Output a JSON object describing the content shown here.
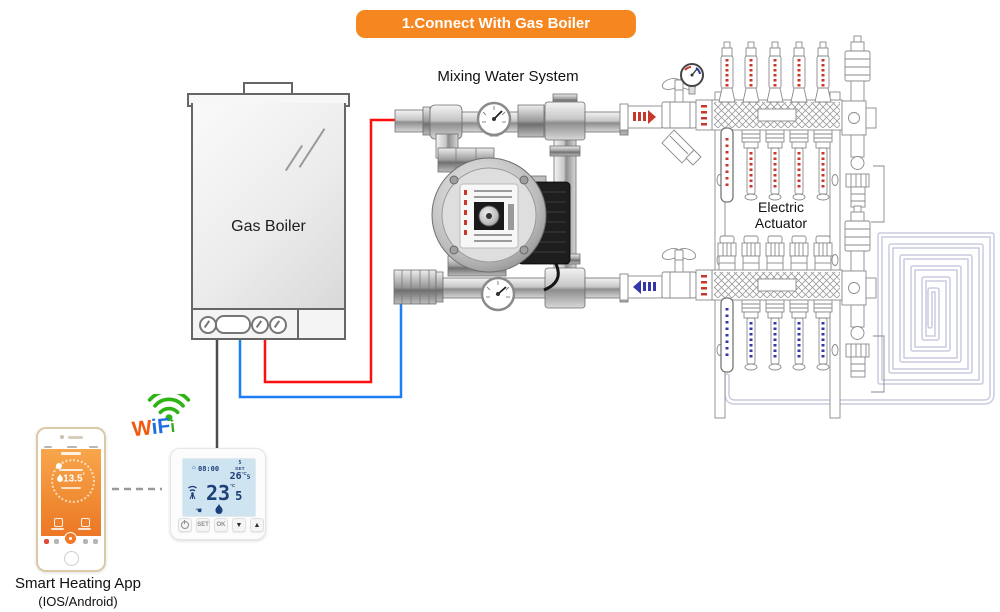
{
  "banner": {
    "label": "1.Connect With Gas Boiler",
    "bg_color": "#f6861f"
  },
  "headings": {
    "mixing_water_system": "Mixing Water System",
    "electric_actuator_line1": "Electric",
    "electric_actuator_line2": "Actuator"
  },
  "boiler": {
    "label": "Gas Boiler"
  },
  "wifi_logo": {
    "letters": [
      {
        "ch": "W",
        "color": "#f2590f"
      },
      {
        "ch": "i",
        "color": "#1d6fe0"
      },
      {
        "ch": "F",
        "color": "#1d6fe0"
      },
      {
        "ch": "i",
        "color": "#35a81c"
      }
    ],
    "arc_color": "#2eb315"
  },
  "phone": {
    "screen_temp": "13.5",
    "degree": "°",
    "caption_line1": "Smart Heating App",
    "caption_line2": "(IOS/Android)"
  },
  "thermostat": {
    "lcd": {
      "time": "08:00",
      "day": "5",
      "set_label": "SET",
      "set_temp_int": "26",
      "set_temp_dec": "5",
      "unit": "°C",
      "room_temp_int": "23",
      "room_temp_dec": "5"
    },
    "buttons": {
      "set": "SET",
      "ok": "OK",
      "down": "▼",
      "up": "▲"
    }
  },
  "wires": {
    "heat_color": "#ff0e0e",
    "return_color": "#1e7ef5",
    "signal_color": "#4d4d4d",
    "link_dashed_color": "#9a9a9a"
  }
}
